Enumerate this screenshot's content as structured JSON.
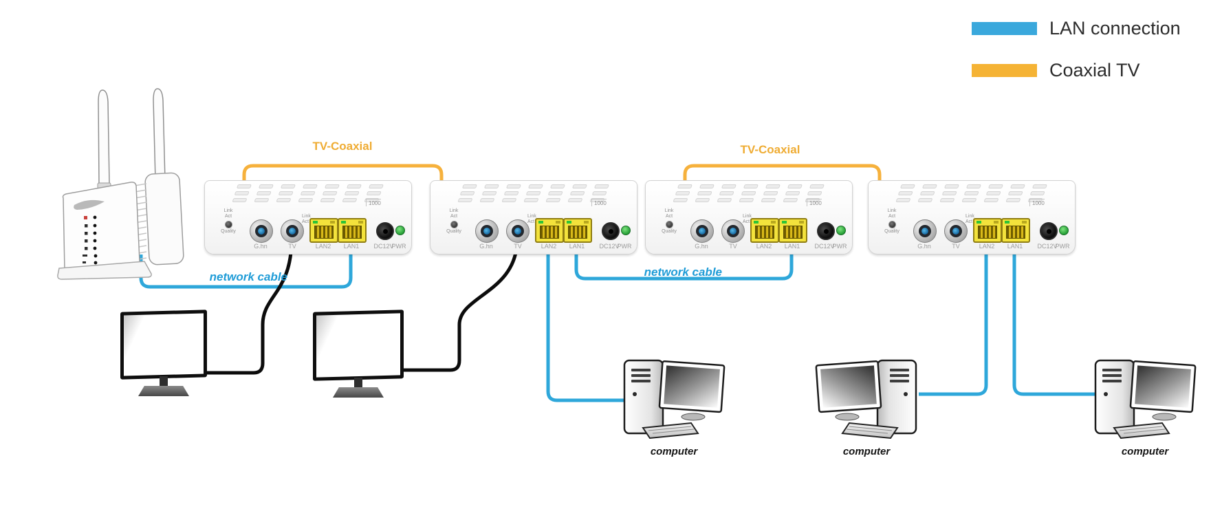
{
  "legend": {
    "items": [
      {
        "label": "LAN connection",
        "color": "#3aa8dc"
      },
      {
        "label": "Coaxial TV",
        "color": "#f5b335"
      }
    ]
  },
  "colors": {
    "lan_cable": "#2ea7da",
    "coax_cable": "#f6b13c",
    "tv_cable": "#0c0c0c"
  },
  "cable_labels": {
    "coax_a": "TV-Coaxial",
    "coax_b": "TV-Coaxial",
    "lan_a": "network cable",
    "lan_b": "network cable"
  },
  "device_labels": {
    "computer_1": "computer",
    "computer_2": "computer",
    "computer_3": "computer"
  },
  "adapters": [
    {
      "led_link": "Link",
      "led_act": "Act",
      "led_quality": "Quality",
      "ghn": "G.hn",
      "tv": "TV",
      "lan_link": "Link",
      "lan_act": "Act",
      "speed": "1000",
      "lan2": "LAN2",
      "lan1": "LAN1",
      "dc": "DC12V",
      "pwr": "PWR"
    },
    {
      "led_link": "Link",
      "led_act": "Act",
      "led_quality": "Quality",
      "ghn": "G.hn",
      "tv": "TV",
      "lan_link": "Link",
      "lan_act": "Act",
      "speed": "1000",
      "lan2": "LAN2",
      "lan1": "LAN1",
      "dc": "DC12V",
      "pwr": "PWR"
    },
    {
      "led_link": "Link",
      "led_act": "Act",
      "led_quality": "Quality",
      "ghn": "G.hn",
      "tv": "TV",
      "lan_link": "Link",
      "lan_act": "Act",
      "speed": "1000",
      "lan2": "LAN2",
      "lan1": "LAN1",
      "dc": "DC12V",
      "pwr": "PWR"
    },
    {
      "led_link": "Link",
      "led_act": "Act",
      "led_quality": "Quality",
      "ghn": "G.hn",
      "tv": "TV",
      "lan_link": "Link",
      "lan_act": "Act",
      "speed": "1000",
      "lan2": "LAN2",
      "lan1": "LAN1",
      "dc": "DC12V",
      "pwr": "PWR"
    }
  ]
}
